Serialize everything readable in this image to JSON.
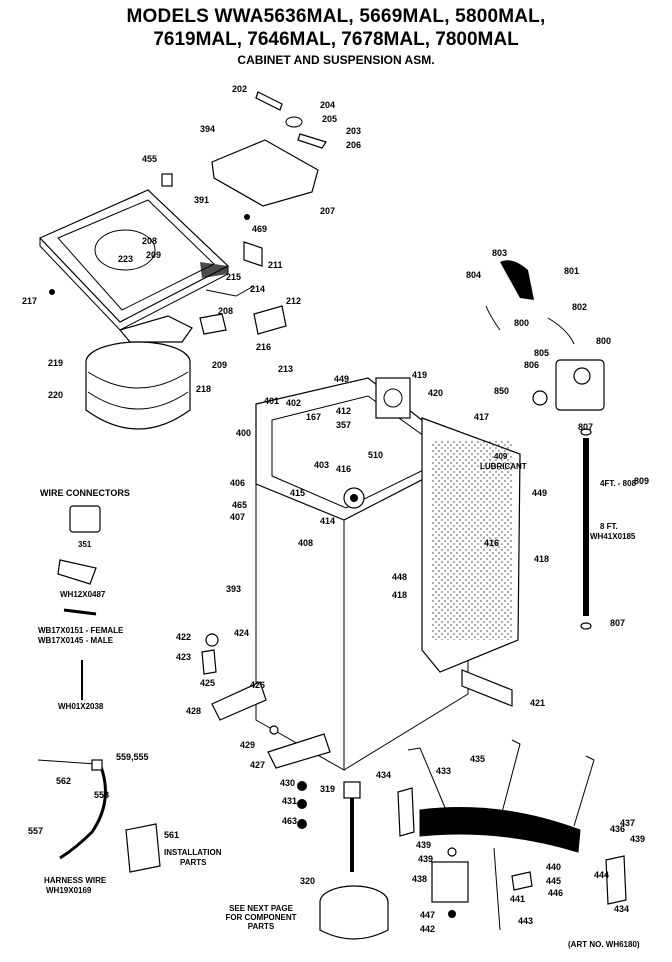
{
  "header": {
    "line1": "MODELS WWA5636MAL, 5669MAL, 5800MAL,",
    "line2": "7619MAL, 7646MAL, 7678MAL, 7800MAL",
    "line3": "CABINET AND SUSPENSION ASM."
  },
  "wire_connectors": {
    "title": "WIRE CONNECTORS",
    "items": [
      "351",
      "WH12X0487",
      "WB17X0151 - FEMALE",
      "WB17X0145 - MALE",
      "WH01X2038"
    ]
  },
  "harness": {
    "label1": "HARNESS WIRE",
    "label2": "WH19X0169"
  },
  "installation": {
    "label1": "INSTALLATION",
    "label2": "PARTS"
  },
  "see_next": {
    "line1": "SEE NEXT PAGE",
    "line2": "FOR COMPONENT",
    "line3": "PARTS"
  },
  "hose_notes": {
    "n1": "4FT. - 808",
    "n2": "8 FT.",
    "n3": "WH41X0185"
  },
  "lubricant": {
    "line1": "409",
    "line2": "LUBRICANT"
  },
  "art_no": "(ART NO. WH6180)",
  "parts": [
    "202",
    "204",
    "205",
    "394",
    "203",
    "206",
    "455",
    "391",
    "207",
    "208",
    "209",
    "223",
    "469",
    "211",
    "215",
    "214",
    "212",
    "217",
    "208",
    "216",
    "209",
    "213",
    "219",
    "218",
    "220",
    "801",
    "803",
    "804",
    "802",
    "800",
    "800",
    "805",
    "806",
    "850",
    "449",
    "419",
    "420",
    "401",
    "402",
    "167",
    "412",
    "357",
    "417",
    "400",
    "510",
    "403",
    "416",
    "406",
    "415",
    "414",
    "465",
    "407",
    "408",
    "449",
    "809",
    "807",
    "807",
    "393",
    "448",
    "418",
    "416",
    "418",
    "422",
    "424",
    "423",
    "425",
    "426",
    "428",
    "421",
    "429",
    "427",
    "430",
    "431",
    "463",
    "319",
    "435",
    "433",
    "434",
    "437",
    "436",
    "439",
    "439",
    "440",
    "445",
    "446",
    "438",
    "441",
    "447",
    "442",
    "443",
    "444",
    "434",
    "439",
    "320",
    "562",
    "558",
    "559,555",
    "557",
    "561"
  ]
}
